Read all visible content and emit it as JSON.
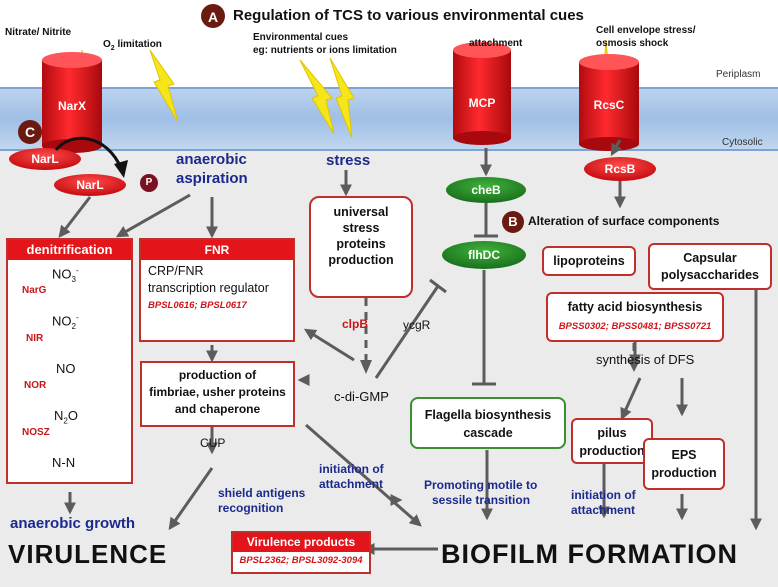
{
  "header": {
    "a_letter": "A",
    "title": "Regulation of TCS to various environmental cues"
  },
  "compartments": {
    "periplasm": "Periplasm",
    "cytosolic": "Cytosolic"
  },
  "cues": {
    "nitrate": "Nitrate/ Nitrite",
    "o2": "O",
    "o2_sub": "2",
    "o2_rest": " limitation",
    "env1": "Environmental cues",
    "env2": "eg: nutrients or ions limitation",
    "attachment": "attachment",
    "envelope1": "Cell envelope stress/",
    "envelope2": "osmosis shock"
  },
  "receptors": {
    "narx": "NarX",
    "mcp": "MCP",
    "rcsc": "RcsC"
  },
  "regulators": {
    "c_letter": "C",
    "narl1": "NarL",
    "narl2": "NarL",
    "p": "P",
    "rcsb": "RcsB",
    "cheb": "cheB",
    "flhdc": "flhDC"
  },
  "labels": {
    "anaerobic1": "anaerobic",
    "anaerobic2": "aspiration",
    "stress": "stress",
    "b_letter": "B",
    "alteration": "Alteration of surface components",
    "clpb": "clpB",
    "ycgr": "ycgR",
    "cdigmp": "c-di-GMP",
    "cup": "CUP",
    "synthesis_dfs": "synthesis of DFS",
    "anaerobic_growth": "anaerobic growth",
    "shield1": "shield antigens",
    "shield2": "recognition",
    "initiation1_a": "initiation of",
    "initiation1_b": "attachment",
    "promoting1": "Promoting motile to",
    "promoting2": "sessile transition",
    "initiation2_a": "initiation of",
    "initiation2_b": "attachment",
    "virulence": "VIRULENCE",
    "biofilm": "BIOFILM FORMATION"
  },
  "denitrification": {
    "title": "denitrification",
    "no3": "NO",
    "no3_sub": "3",
    "no3_sup": "-",
    "narg": "NarG",
    "no2": "NO",
    "no2_sub": "2",
    "no2_sup": "-",
    "nir": "NIR",
    "no": "NO",
    "nor": "NOR",
    "n2o_a": "N",
    "n2o_sub": "2",
    "n2o_b": "O",
    "nosz": "NOSZ",
    "nn": "N-N"
  },
  "fnr": {
    "title": "FNR",
    "line1": "CRP/FNR",
    "line2": "transcription regulator",
    "refs": "BPSL0616; BPSL0617"
  },
  "boxes": {
    "universal1": "universal",
    "universal2": "stress",
    "universal3": "proteins",
    "universal4": "production",
    "fimbriae1": "production of",
    "fimbriae2": "fimbriae, usher proteins",
    "fimbriae3": "and chaperone",
    "flagella1": "Flagella biosynthesis",
    "flagella2": "cascade",
    "lipoproteins": "lipoproteins",
    "capsular1": "Capsular",
    "capsular2": "polysaccharides",
    "fatty": "fatty acid biosynthesis",
    "fatty_refs": "BPSS0302; BPSS0481; BPSS0721",
    "pilus1": "pilus",
    "pilus2": "production",
    "eps1": "EPS",
    "eps2": "production",
    "virulence_title": "Virulence products",
    "virulence_refs": "BPSL2362; BPSL3092-3094"
  },
  "colors": {
    "red": "#e3141a",
    "green": "#2f8a2b",
    "brown": "#7a1f12",
    "blue": "#1b2a8c",
    "arrow": "#5c5c5c"
  }
}
